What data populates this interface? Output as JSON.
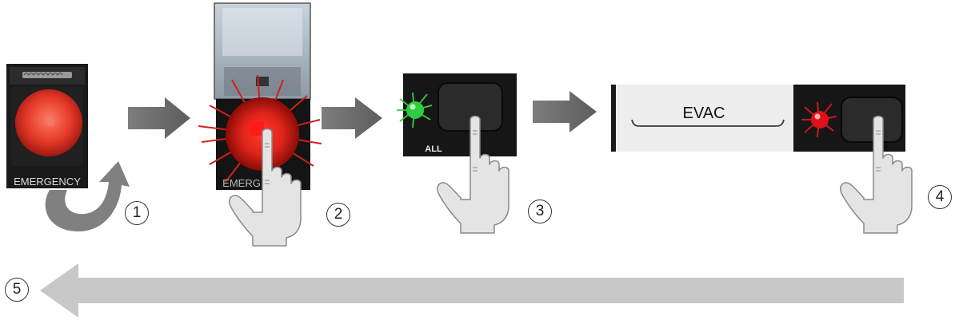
{
  "labels": {
    "emergency": "EMERGENCY",
    "emergency_cropped": "EMERG",
    "all": "ALL",
    "evac": "EVAC"
  },
  "steps": [
    "1",
    "2",
    "3",
    "4",
    "5"
  ],
  "colors": {
    "arrow_dark": "#6b6b6b",
    "arrow_light": "#c8c8c8",
    "emergency_red": "#e53a2a",
    "led_green": "#2ecc40",
    "led_red": "#e0101a",
    "panel_black": "#141414",
    "evac_panel": "#ededed",
    "hand": "#e2e2e2"
  }
}
